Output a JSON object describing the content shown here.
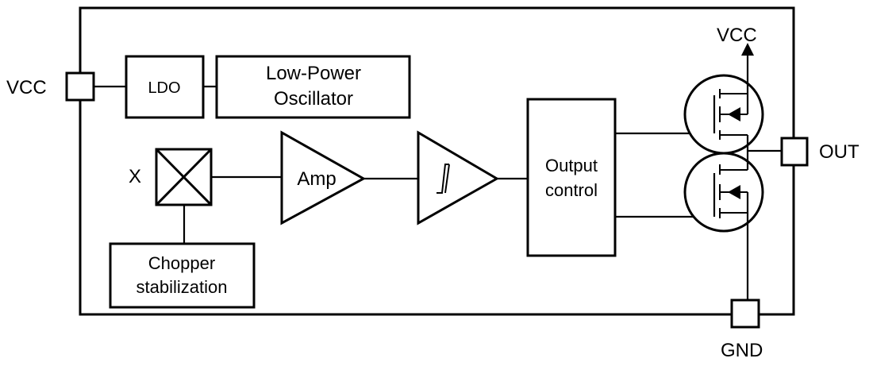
{
  "pins": {
    "vcc_left": "VCC",
    "vcc_top": "VCC",
    "out": "OUT",
    "gnd": "GND",
    "x": "X"
  },
  "blocks": {
    "ldo": "LDO",
    "oscillator_line1": "Low-Power",
    "oscillator_line2": "Oscillator",
    "amp": "Amp",
    "output_control_line1": "Output",
    "output_control_line2": "control",
    "chopper_line1": "Chopper",
    "chopper_line2": "stabilization"
  }
}
